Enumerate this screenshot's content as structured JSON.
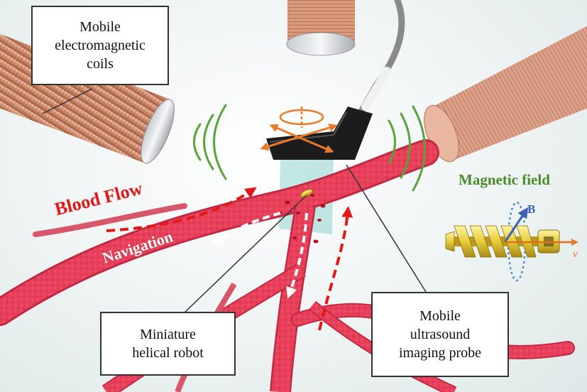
{
  "callouts": {
    "coils": [
      "Mobile",
      "electromagnetic",
      "coils"
    ],
    "robot": [
      "Miniature",
      "helical robot"
    ],
    "probe": [
      "Mobile",
      "ultrasound",
      "imaging probe"
    ]
  },
  "labels": {
    "blood_flow": "Blood Flow",
    "navigation": "Navigation",
    "magnetic_field": "Magnetic field",
    "b_vector": "B",
    "v_vector": "v"
  },
  "colors": {
    "vessel": "#e8405a",
    "vessel_dark": "#c12a44",
    "blood_flow_arrow": "#e01818",
    "navigation_arrow": "#ffffff",
    "field_wave": "#5aa23a",
    "b_vector": "#3e62b0",
    "v_vector": "#e0701a",
    "coil_copper": "#d9987a",
    "robot_gold": "#e8d24a"
  }
}
